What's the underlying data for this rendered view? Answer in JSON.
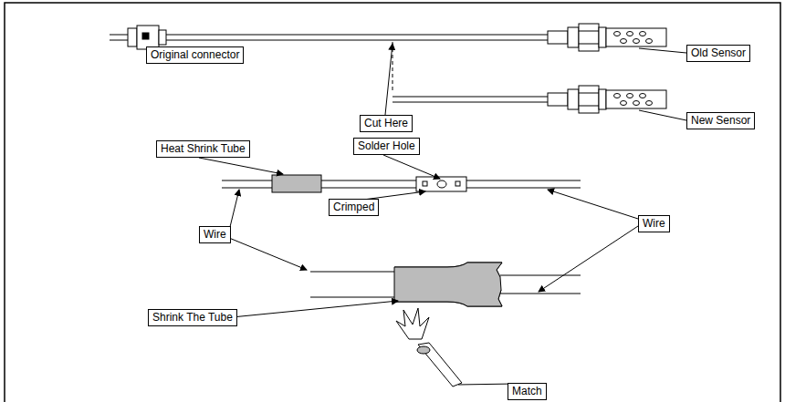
{
  "diagram": {
    "nodes": [
      {
        "text": [
          "Original connector"
        ]
      },
      {
        "text": [
          "Old Sensor"
        ]
      },
      {
        "text": [
          "Cut Here"
        ]
      },
      {
        "text": [
          "New Sensor"
        ]
      },
      {
        "text": [
          "Heat Shrink Tube"
        ]
      },
      {
        "text": [
          "Solder Hole"
        ]
      },
      {
        "text": [
          "Crimped"
        ]
      },
      {
        "text": [
          "Wire"
        ]
      },
      {
        "text": [
          "Wire"
        ]
      },
      {
        "text": [
          "Shrink The Tube"
        ]
      },
      {
        "text": [
          "Match"
        ]
      }
    ]
  }
}
